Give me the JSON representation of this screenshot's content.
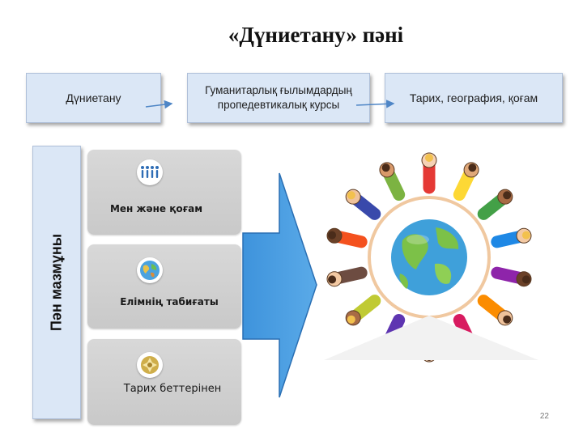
{
  "title": "«Дүниетану» пәні",
  "top_boxes": {
    "box1": "Дүниетану",
    "box2": "Гуманитарлық ғылымдардың пропедевтикалық курсы",
    "box3": "Тарих, география, қоғам"
  },
  "side_label": "Пән мазмұны",
  "cards": [
    {
      "label": "Мен және қоғам",
      "icon": "people-icon"
    },
    {
      "label": "Елімнің табиғаты",
      "icon": "globe-icon"
    },
    {
      "label": "Тарих беттерінен",
      "icon": "ornament-icon"
    }
  ],
  "illustration": "children-around-globe",
  "page_number": "22",
  "colors": {
    "box_fill": "#dbe7f6",
    "arrow_fill": "#4a9ee0",
    "connector": "#4f86c6"
  }
}
